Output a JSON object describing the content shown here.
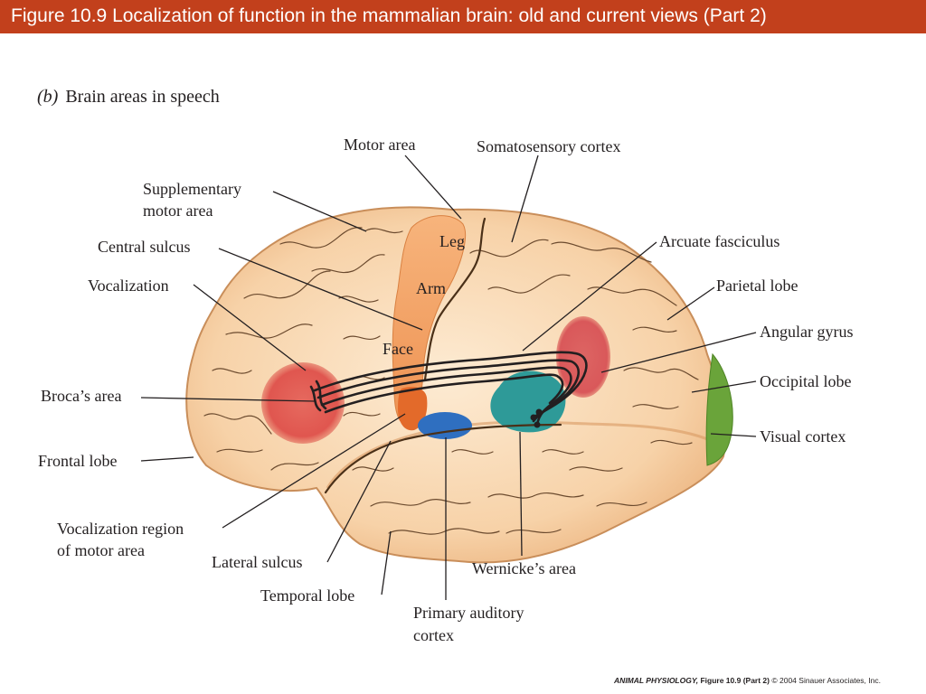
{
  "header": {
    "title": "Figure 10.9  Localization of function in the mammalian brain: old and current views (Part 2)"
  },
  "panel": {
    "letter": "(b)",
    "title": "Brain areas in speech"
  },
  "labels": {
    "motor_area": "Motor area",
    "somatosensory_cortex": "Somatosensory cortex",
    "supplementary_motor_area_line1": "Supplementary",
    "supplementary_motor_area_line2": "motor area",
    "central_sulcus": "Central sulcus",
    "arcuate_fasciculus": "Arcuate fasciculus",
    "vocalization": "Vocalization",
    "parietal_lobe": "Parietal lobe",
    "angular_gyrus": "Angular gyrus",
    "brocas_area": "Broca’s area",
    "occipital_lobe": "Occipital lobe",
    "visual_cortex": "Visual cortex",
    "frontal_lobe": "Frontal lobe",
    "vocalization_region_line1": "Vocalization region",
    "vocalization_region_line2": "of motor area",
    "lateral_sulcus": "Lateral sulcus",
    "wernickes_area": "Wernicke’s area",
    "temporal_lobe": "Temporal lobe",
    "primary_auditory_line1": "Primary auditory",
    "primary_auditory_line2": "cortex"
  },
  "inner_labels": {
    "leg": "Leg",
    "arm": "Arm",
    "face": "Face"
  },
  "colors": {
    "header_bar": "#c2401c",
    "brain": "#f4c69a",
    "motor_strip": "#f2a468",
    "brocas": "#e0564f",
    "angular": "#d9585a",
    "wernickes": "#2e9a98",
    "auditory": "#2f6fc0",
    "visual": "#6aa43a"
  },
  "credit": {
    "book": "ANIMAL PHYSIOLOGY,",
    "figure": "Figure 10.9 (Part 2)",
    "copyright": "© 2004 Sinauer Associates, Inc."
  }
}
